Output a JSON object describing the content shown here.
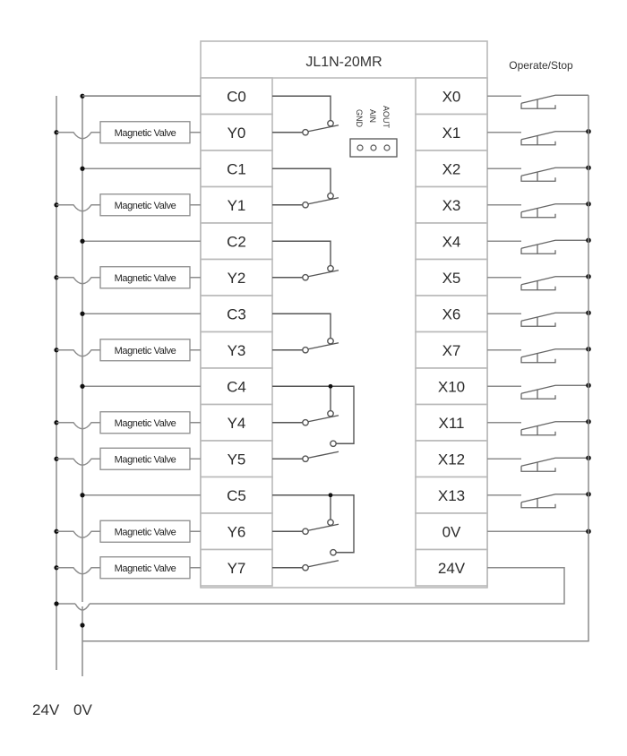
{
  "plc": {
    "model": "JL1N-20MR",
    "analog_port_labels": [
      "GND",
      "AIN",
      "AOUT"
    ]
  },
  "left_terminals": [
    "C0",
    "Y0",
    "C1",
    "Y1",
    "C2",
    "Y2",
    "C3",
    "Y3",
    "C4",
    "Y4",
    "Y5",
    "C5",
    "Y6",
    "Y7"
  ],
  "right_terminals": [
    "X0",
    "X1",
    "X2",
    "X3",
    "X4",
    "X5",
    "X6",
    "X7",
    "X10",
    "X11",
    "X12",
    "X13",
    "0V",
    "24V"
  ],
  "loads": {
    "label": "Magnetic Valve",
    "outputs": [
      "Y0",
      "Y1",
      "Y2",
      "Y3",
      "Y4",
      "Y5",
      "Y6",
      "Y7"
    ]
  },
  "inputs": {
    "header": "Operate/Stop",
    "switched_inputs": [
      "X0",
      "X1",
      "X2",
      "X3",
      "X4",
      "X5",
      "X6",
      "X7",
      "X10",
      "X11",
      "X12",
      "X13"
    ]
  },
  "rails": {
    "positive_label": "24V",
    "negative_label": "0V"
  },
  "relay_groups": [
    {
      "common": "C0",
      "outputs": [
        "Y0"
      ]
    },
    {
      "common": "C1",
      "outputs": [
        "Y1"
      ]
    },
    {
      "common": "C2",
      "outputs": [
        "Y2"
      ]
    },
    {
      "common": "C3",
      "outputs": [
        "Y3"
      ]
    },
    {
      "common": "C4",
      "outputs": [
        "Y4",
        "Y5"
      ]
    },
    {
      "common": "C5",
      "outputs": [
        "Y6",
        "Y7"
      ]
    }
  ]
}
